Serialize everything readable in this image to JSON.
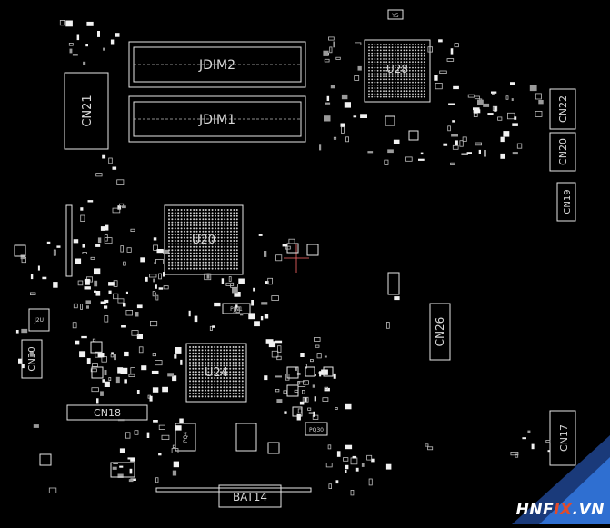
{
  "labels": {
    "jdim2": "JDIM2",
    "jdim1": "JDIM1",
    "cn21": "CN21",
    "u28": "U28",
    "u20": "U20",
    "u24": "U24",
    "cn22": "CN22",
    "cn20": "CN20",
    "cn19": "CN19",
    "cn26": "CN26",
    "cn17": "CN17",
    "cn18": "CN18",
    "cn30": "CN30",
    "bat14": "BAT14",
    "y5": "Y5",
    "pjn1": "PJN1",
    "pq30": "PQ30",
    "j2u": "J2U",
    "pq4": "PQ4"
  },
  "watermark": {
    "part1": "HNF",
    "part2": "IX",
    "part3": ".VN",
    "colors": {
      "text": "#ffffff",
      "accent": "#e34b2b",
      "wedge_dark": "#1a3a7a",
      "wedge_light": "#2f6fd1"
    }
  },
  "colors": {
    "background": "#000000",
    "outline": "#e6e6e6",
    "label": "#d8d8d8"
  }
}
